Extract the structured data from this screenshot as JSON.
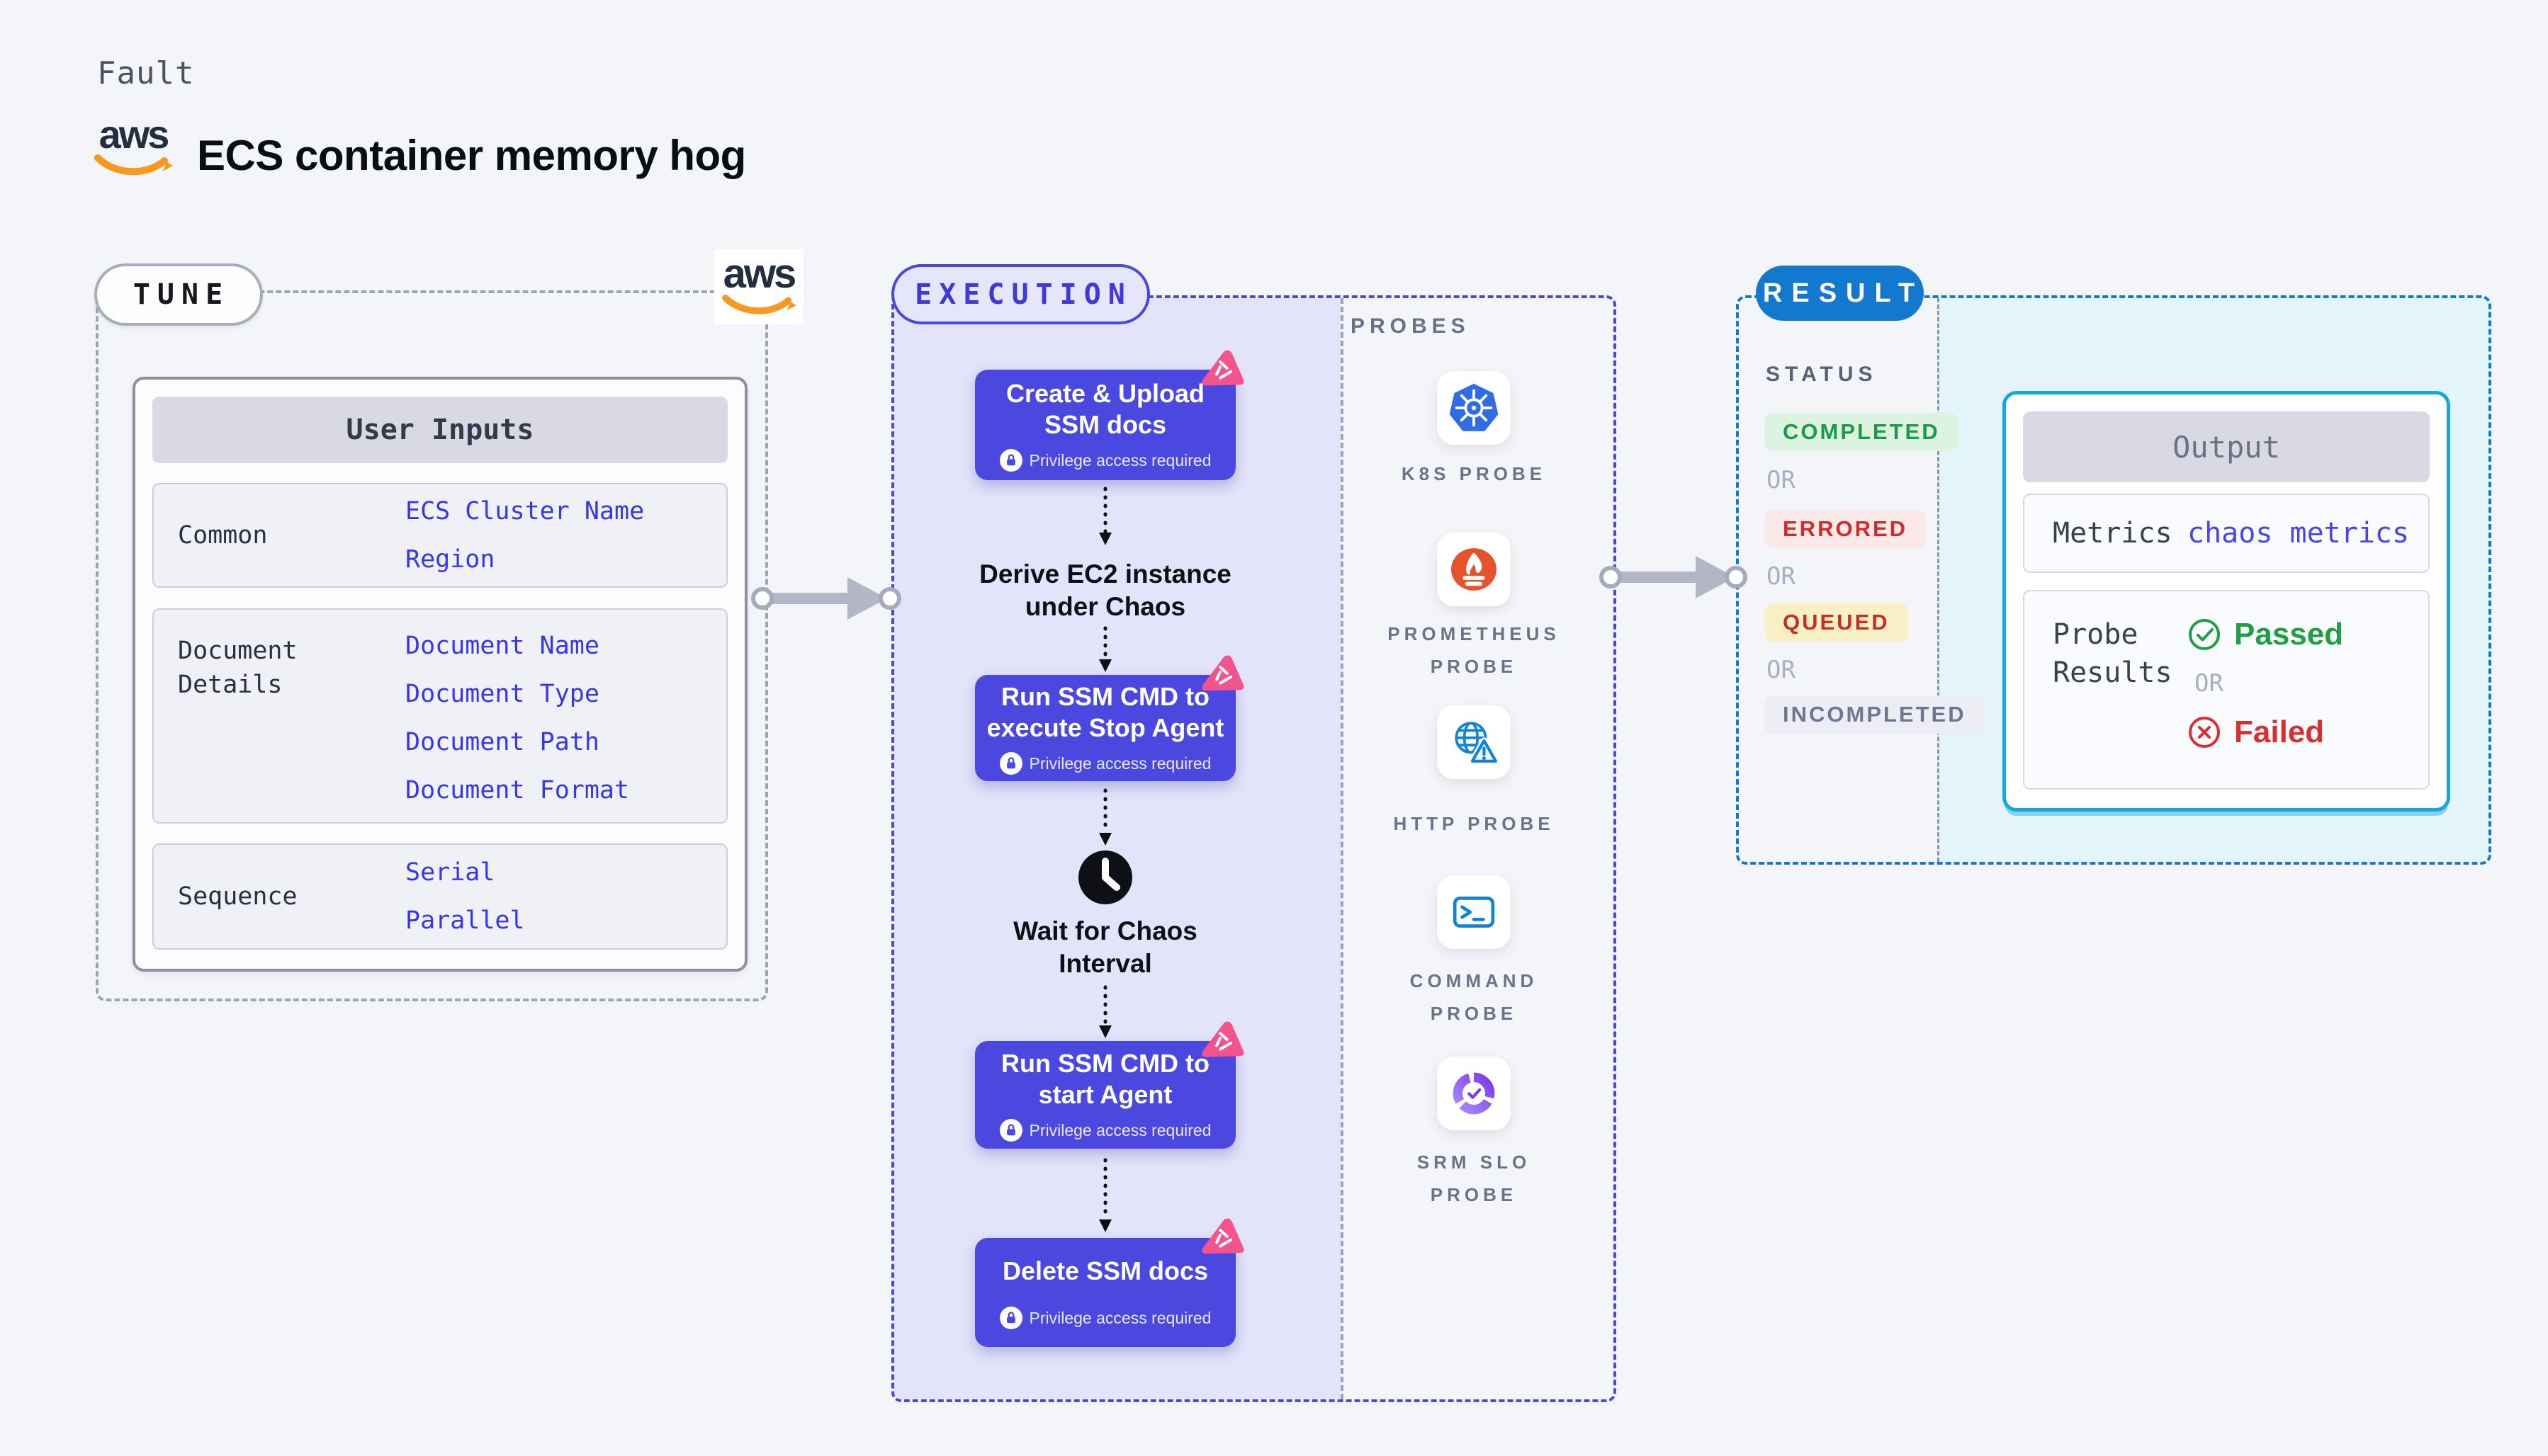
{
  "header": {
    "eyebrow": "Fault",
    "title": "ECS container memory hog",
    "aws_logo_text": "aws"
  },
  "tune": {
    "badge": "TUNE",
    "table": {
      "header": "User Inputs",
      "groups": [
        {
          "label": "Common",
          "values": [
            "ECS Cluster Name",
            "Region"
          ]
        },
        {
          "label": "Document Details",
          "values": [
            "Document Name",
            "Document Type",
            "Document Path",
            "Document Format"
          ]
        },
        {
          "label": "Sequence",
          "values": [
            "Serial",
            "Parallel"
          ]
        }
      ]
    }
  },
  "execution": {
    "badge": "EXECUTION",
    "steps": [
      {
        "title": "Create & Upload SSM docs",
        "privilege": "Privilege access required"
      },
      {
        "title": "Run SSM CMD to execute Stop Agent",
        "privilege": "Privilege access required"
      },
      {
        "title": "Run SSM CMD to start Agent",
        "privilege": "Privilege access required"
      },
      {
        "title": "Delete SSM docs",
        "privilege": "Privilege access required"
      }
    ],
    "notes": [
      "Derive EC2 instance under Chaos",
      "Wait for Chaos Interval"
    ]
  },
  "probes": {
    "heading": "PROBES",
    "items": [
      {
        "icon": "kubernetes-icon",
        "label": "K8S PROBE"
      },
      {
        "icon": "prometheus-icon",
        "label": "PROMETHEUS PROBE"
      },
      {
        "icon": "http-globe-warning-icon",
        "label": "HTTP PROBE"
      },
      {
        "icon": "terminal-icon",
        "label": "COMMAND PROBE"
      },
      {
        "icon": "slo-gauge-icon",
        "label": "SRM SLO PROBE"
      }
    ]
  },
  "result": {
    "badge": "RESULT",
    "status_heading": "STATUS",
    "or_label": "OR",
    "statuses": [
      {
        "label": "COMPLETED",
        "fg": "#1D9A44",
        "bg": "#DCF3E2"
      },
      {
        "label": "ERRORED",
        "fg": "#D02C2C",
        "bg": "#FBE9E9"
      },
      {
        "label": "QUEUED",
        "fg": "#C42F27",
        "bg": "#FAF0C8"
      },
      {
        "label": "INCOMPLETED",
        "fg": "#6F7690",
        "bg": "#EDEEF5"
      }
    ],
    "output": {
      "header": "Output",
      "metrics_label": "Metrics",
      "metrics_value": "chaos metrics",
      "probe_results_label": "Probe Results",
      "passed": "Passed",
      "failed": "Failed"
    }
  },
  "colors": {
    "page_bg": "#F4F5F9",
    "tune_gray": "#9EA4B2",
    "execution_indigo": "#4A47DF",
    "execution_panel": "#E3E3F9",
    "step_fill": "#4B48E0",
    "chaos_pink": "#F4548C",
    "result_blue": "#1379CE",
    "result_panel": "#E3F4FB",
    "output_border": "#15A7DE",
    "value_blue": "#3737EA",
    "passed_green": "#1F9E43",
    "failed_red": "#D92F2F",
    "aws_orange": "#F7981F",
    "kubernetes_blue": "#326CE5",
    "prometheus_orange": "#E6522C",
    "probe_icon_blue": "#0E83D8",
    "srm_purple": "#7C3AED"
  }
}
